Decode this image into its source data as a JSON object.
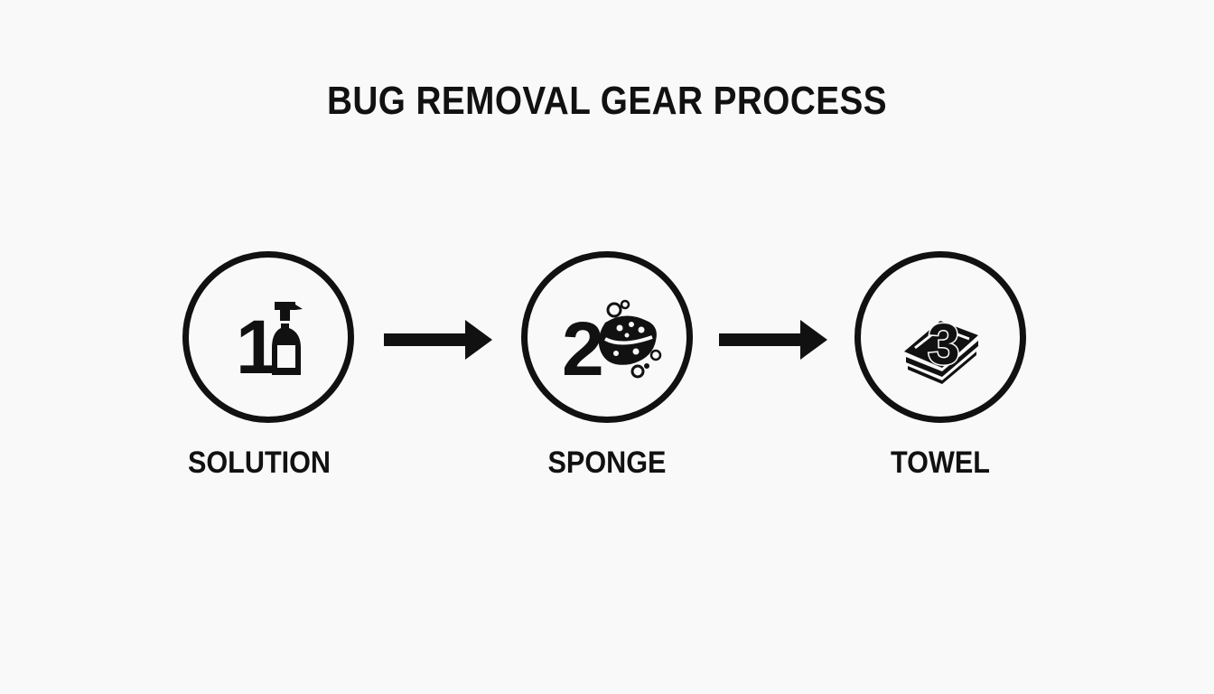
{
  "title": "BUG REMOVAL GEAR PROCESS",
  "steps": [
    {
      "number": "1",
      "icon": "spray-bottle-icon",
      "label": "SOLUTION"
    },
    {
      "number": "2",
      "icon": "sponge-icon",
      "label": "SPONGE"
    },
    {
      "number": "3",
      "icon": "towel-icon",
      "label": "TOWEL"
    }
  ],
  "colors": {
    "background": "#f9f9f9",
    "ink": "#111111"
  }
}
